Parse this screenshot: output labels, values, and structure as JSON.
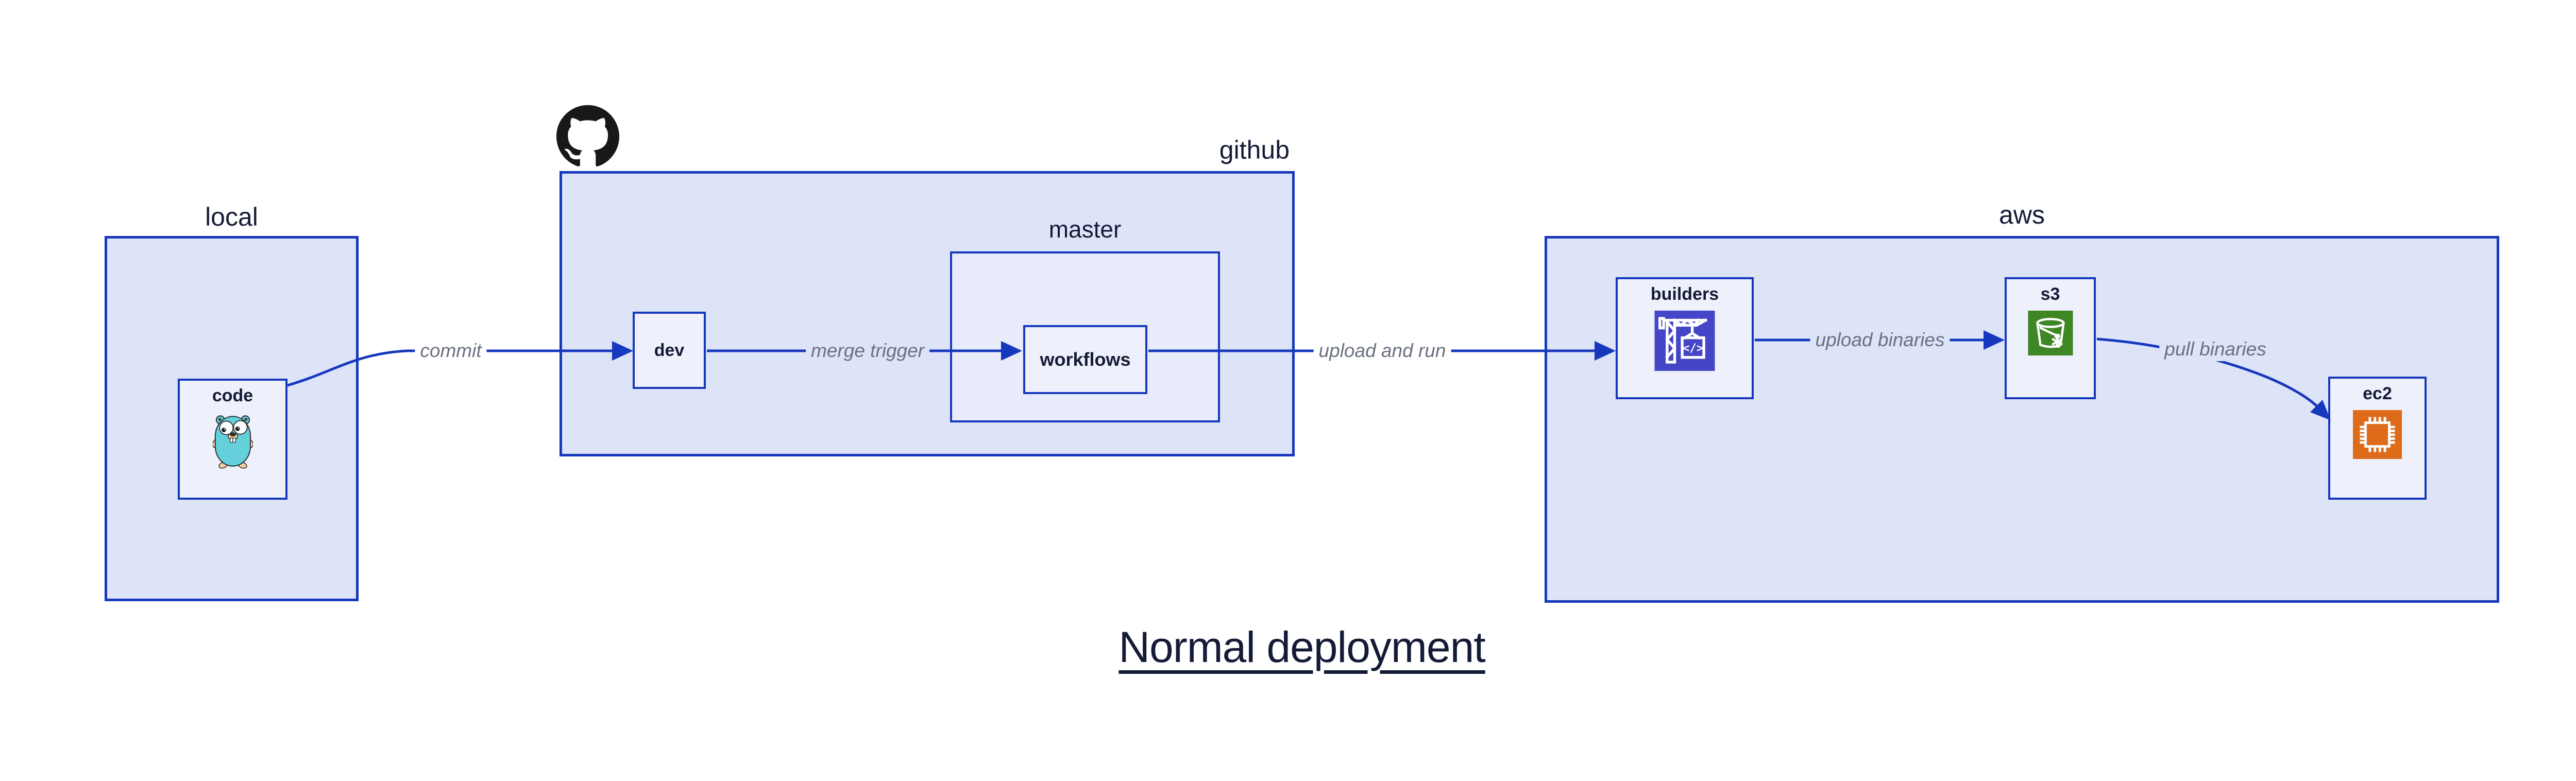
{
  "title": "Normal deployment",
  "containers": {
    "local": {
      "label": "local"
    },
    "github": {
      "label": "github"
    },
    "master": {
      "label": "master"
    },
    "aws": {
      "label": "aws"
    }
  },
  "nodes": {
    "code": {
      "label": "code",
      "icon": "go-gopher-icon"
    },
    "dev": {
      "label": "dev"
    },
    "workflows": {
      "label": "workflows"
    },
    "builders": {
      "label": "builders",
      "icon": "aws-codebuild-icon"
    },
    "s3": {
      "label": "s3",
      "icon": "aws-s3-glacier-bucket-icon"
    },
    "ec2": {
      "label": "ec2",
      "icon": "aws-ec2-chip-icon"
    }
  },
  "edges": {
    "commit": {
      "label": "commit"
    },
    "merge_trigger": {
      "label": "merge trigger"
    },
    "upload_and_run": {
      "label": "upload and run"
    },
    "upload_binaries": {
      "label": "upload binaries"
    },
    "pull_binaries": {
      "label": "pull binaries"
    }
  },
  "decorations": {
    "github_logo": "github-octocat-icon"
  },
  "colors": {
    "border_blue": "#1638bd",
    "container_fill": "#dee4f8",
    "master_fill": "#e8ecfa",
    "node_fill": "#eef1fb",
    "label_navy": "#141b36",
    "edge_label_gray": "#6a7080",
    "codebuild_purple": "#4545c8",
    "s3_green": "#3f8624",
    "ec2_orange": "#dd6b19",
    "octocat_black": "#191717",
    "gopher_teal": "#63d0dc"
  }
}
